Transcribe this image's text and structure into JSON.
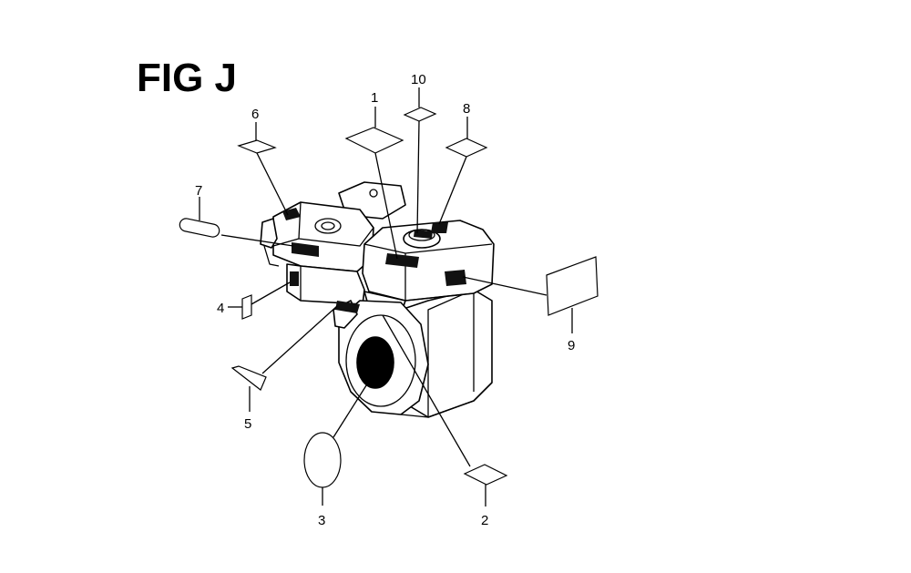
{
  "figure": {
    "title": "FIG J"
  },
  "callouts": [
    {
      "id": "1",
      "label": "1"
    },
    {
      "id": "2",
      "label": "2"
    },
    {
      "id": "3",
      "label": "3"
    },
    {
      "id": "4",
      "label": "4"
    },
    {
      "id": "5",
      "label": "5"
    },
    {
      "id": "6",
      "label": "6"
    },
    {
      "id": "7",
      "label": "7"
    },
    {
      "id": "8",
      "label": "8"
    },
    {
      "id": "9",
      "label": "9"
    },
    {
      "id": "10",
      "label": "10"
    }
  ],
  "colors": {
    "line": "#000000",
    "background": "#ffffff",
    "decal_fill": "#111111"
  }
}
